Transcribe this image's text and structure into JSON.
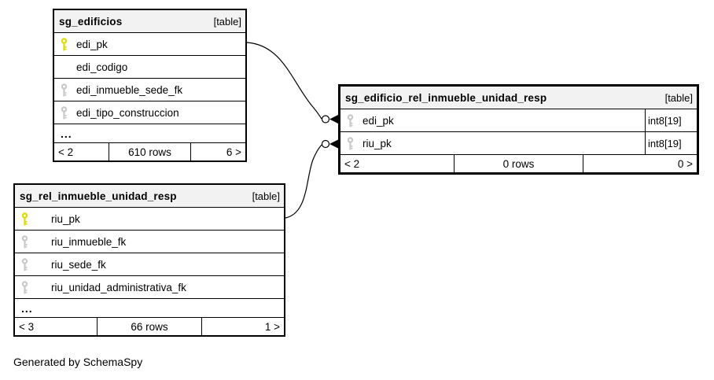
{
  "caption": "Generated by SchemaSpy",
  "colors": {
    "pk": "#dcdc00",
    "fk": "#c9c9c9",
    "header_bg": "#f2f2f2",
    "border": "#000000"
  },
  "tables": [
    {
      "name": "sg_edificios",
      "badge": "[table]",
      "columns": [
        {
          "name": "edi_pk",
          "key": "primary",
          "type": ""
        },
        {
          "name": "edi_codigo",
          "key": "none",
          "type": ""
        },
        {
          "name": "edi_inmueble_sede_fk",
          "key": "foreign",
          "type": ""
        },
        {
          "name": "edi_tipo_construccion",
          "key": "foreign",
          "type": ""
        }
      ],
      "ellipsis": "...",
      "footer": {
        "left": "< 2",
        "center": "610 rows",
        "right": "6 >"
      }
    },
    {
      "name": "sg_edificio_rel_inmueble_unidad_resp",
      "badge": "[table]",
      "columns": [
        {
          "name": "edi_pk",
          "key": "foreign",
          "type": "int8[19]"
        },
        {
          "name": "riu_pk",
          "key": "foreign",
          "type": "int8[19]"
        }
      ],
      "footer": {
        "left": "< 2",
        "center": "0 rows",
        "right": "0 >"
      }
    },
    {
      "name": "sg_rel_inmueble_unidad_resp",
      "badge": "[table]",
      "columns": [
        {
          "name": "riu_pk",
          "key": "primary",
          "type": ""
        },
        {
          "name": "riu_inmueble_fk",
          "key": "foreign",
          "type": ""
        },
        {
          "name": "riu_sede_fk",
          "key": "foreign",
          "type": ""
        },
        {
          "name": "riu_unidad_administrativa_fk",
          "key": "foreign",
          "type": ""
        }
      ],
      "ellipsis": "...",
      "footer": {
        "left": "< 3",
        "center": "66 rows",
        "right": "1 >"
      }
    }
  ],
  "relationships": [
    {
      "from": "sg_edificios.edi_pk",
      "to": "sg_edificio_rel_inmueble_unidad_resp.edi_pk"
    },
    {
      "from": "sg_rel_inmueble_unidad_resp.riu_pk",
      "to": "sg_edificio_rel_inmueble_unidad_resp.riu_pk"
    }
  ]
}
